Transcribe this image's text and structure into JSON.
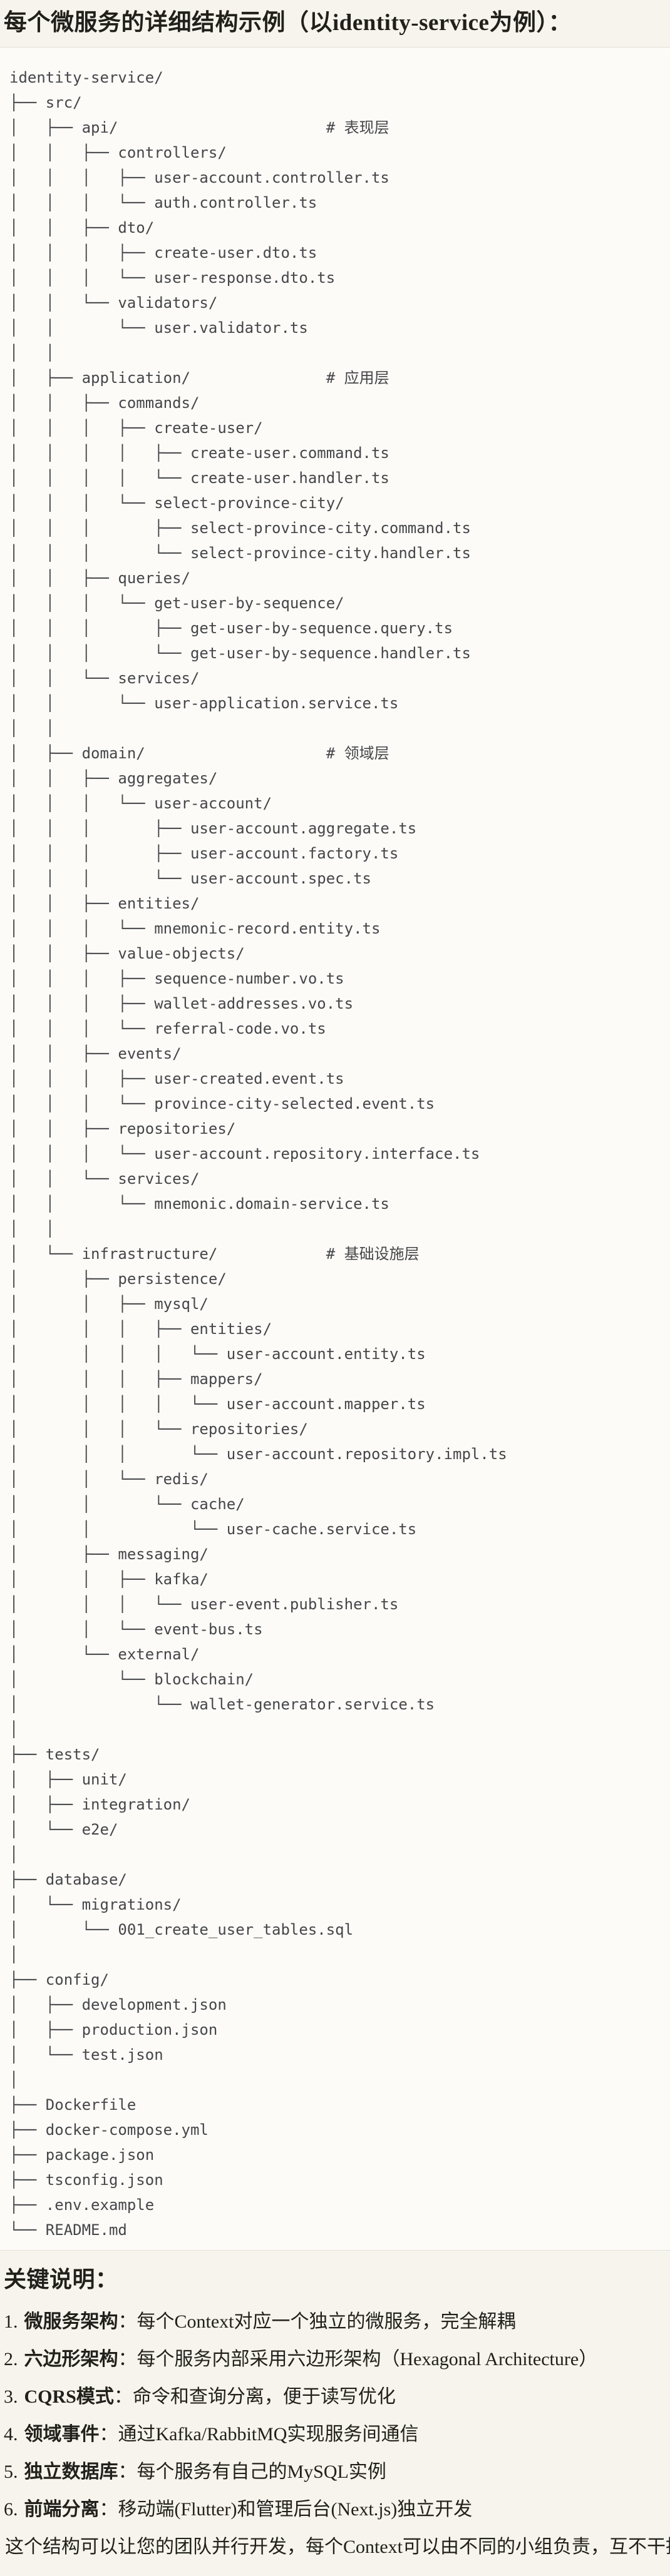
{
  "header": {
    "title": "每个微服务的详细结构示例（以identity-service为例）："
  },
  "tree": {
    "lines": [
      "identity-service/",
      "├── src/",
      "│   ├── api/                       # 表现层",
      "│   │   ├── controllers/",
      "│   │   │   ├── user-account.controller.ts",
      "│   │   │   └── auth.controller.ts",
      "│   │   ├── dto/",
      "│   │   │   ├── create-user.dto.ts",
      "│   │   │   └── user-response.dto.ts",
      "│   │   └── validators/",
      "│   │       └── user.validator.ts",
      "│   │",
      "│   ├── application/               # 应用层",
      "│   │   ├── commands/",
      "│   │   │   ├── create-user/",
      "│   │   │   │   ├── create-user.command.ts",
      "│   │   │   │   └── create-user.handler.ts",
      "│   │   │   └── select-province-city/",
      "│   │   │       ├── select-province-city.command.ts",
      "│   │   │       └── select-province-city.handler.ts",
      "│   │   ├── queries/",
      "│   │   │   └── get-user-by-sequence/",
      "│   │   │       ├── get-user-by-sequence.query.ts",
      "│   │   │       └── get-user-by-sequence.handler.ts",
      "│   │   └── services/",
      "│   │       └── user-application.service.ts",
      "│   │",
      "│   ├── domain/                    # 领域层",
      "│   │   ├── aggregates/",
      "│   │   │   └── user-account/",
      "│   │   │       ├── user-account.aggregate.ts",
      "│   │   │       ├── user-account.factory.ts",
      "│   │   │       └── user-account.spec.ts",
      "│   │   ├── entities/",
      "│   │   │   └── mnemonic-record.entity.ts",
      "│   │   ├── value-objects/",
      "│   │   │   ├── sequence-number.vo.ts",
      "│   │   │   ├── wallet-addresses.vo.ts",
      "│   │   │   └── referral-code.vo.ts",
      "│   │   ├── events/",
      "│   │   │   ├── user-created.event.ts",
      "│   │   │   └── province-city-selected.event.ts",
      "│   │   ├── repositories/",
      "│   │   │   └── user-account.repository.interface.ts",
      "│   │   └── services/",
      "│   │       └── mnemonic.domain-service.ts",
      "│   │",
      "│   └── infrastructure/            # 基础设施层",
      "│       ├── persistence/",
      "│       │   ├── mysql/",
      "│       │   │   ├── entities/",
      "│       │   │   │   └── user-account.entity.ts",
      "│       │   │   ├── mappers/",
      "│       │   │   │   └── user-account.mapper.ts",
      "│       │   │   └── repositories/",
      "│       │   │       └── user-account.repository.impl.ts",
      "│       │   └── redis/",
      "│       │       └── cache/",
      "│       │           └── user-cache.service.ts",
      "│       ├── messaging/",
      "│       │   ├── kafka/",
      "│       │   │   └── user-event.publisher.ts",
      "│       │   └── event-bus.ts",
      "│       └── external/",
      "│           └── blockchain/",
      "│               └── wallet-generator.service.ts",
      "│",
      "├── tests/",
      "│   ├── unit/",
      "│   ├── integration/",
      "│   └── e2e/",
      "│",
      "├── database/",
      "│   └── migrations/",
      "│       └── 001_create_user_tables.sql",
      "│",
      "├── config/",
      "│   ├── development.json",
      "│   ├── production.json",
      "│   └── test.json",
      "│",
      "├── Dockerfile",
      "├── docker-compose.yml",
      "├── package.json",
      "├── tsconfig.json",
      "├── .env.example",
      "└── README.md"
    ]
  },
  "notes": {
    "heading": "关键说明：",
    "colon": "：",
    "items": [
      {
        "number": "1.",
        "label": "微服务架构",
        "text": "每个Context对应一个独立的微服务，完全解耦"
      },
      {
        "number": "2.",
        "label": "六边形架构",
        "text": "每个服务内部采用六边形架构（Hexagonal Architecture）"
      },
      {
        "number": "3.",
        "label": "CQRS模式",
        "text": "命令和查询分离，便于读写优化"
      },
      {
        "number": "4.",
        "label": "领域事件",
        "text": "通过Kafka/RabbitMQ实现服务间通信"
      },
      {
        "number": "5.",
        "label": "独立数据库",
        "text": "每个服务有自己的MySQL实例"
      },
      {
        "number": "6.",
        "label": "前端分离",
        "text": "移动端(Flutter)和管理后台(Next.js)独立开发"
      }
    ]
  },
  "footer": {
    "text": "这个结构可以让您的团队并行开发，每个Context可以由不同的小组负责，互不干扰。"
  },
  "colors": {
    "page_bg": "#f7f4ed",
    "code_bg": "#fcfbf7",
    "border": "#e3e0d8",
    "tree_text": "#45464a",
    "body_text": "#21201b"
  }
}
